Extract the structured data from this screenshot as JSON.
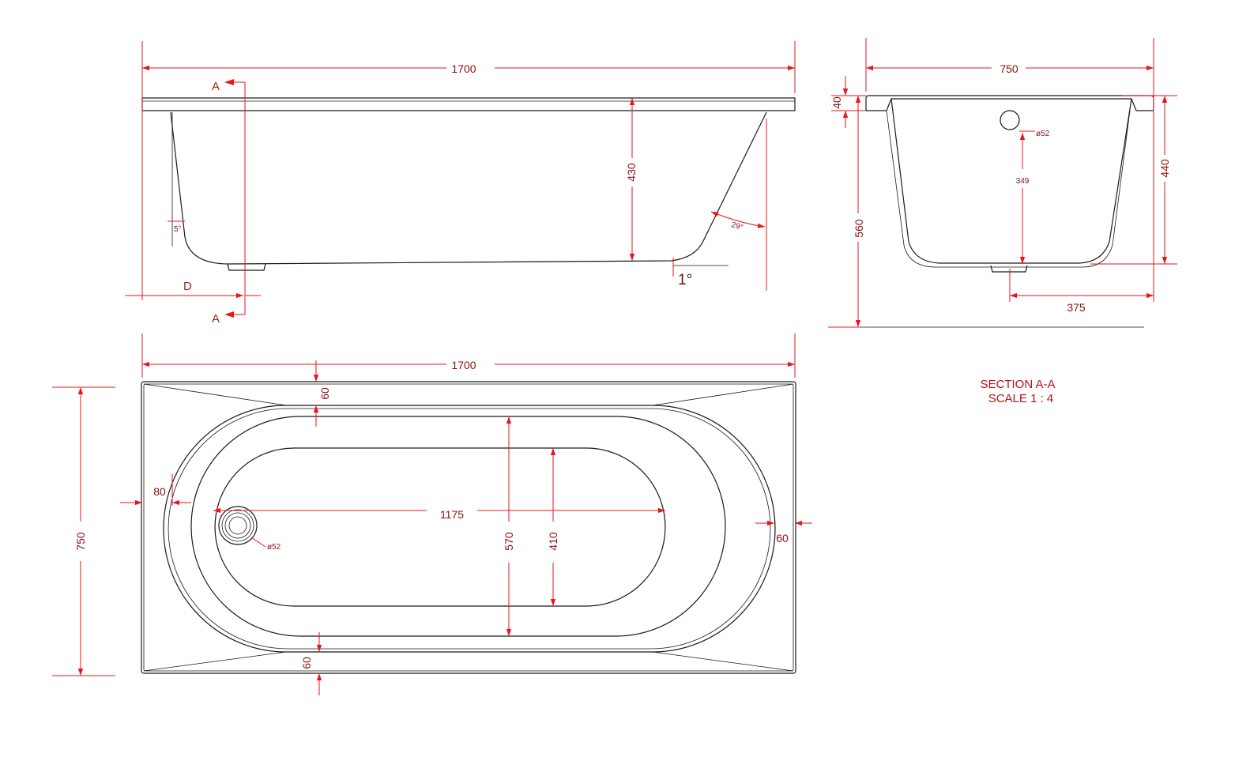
{
  "side_view": {
    "length": "1700",
    "depth": "430",
    "slope_angle": "5°",
    "end_angle": "29°",
    "floor_angle": "1°",
    "section_marker": "A",
    "detail_label": "D"
  },
  "section_view": {
    "width": "750",
    "rim": "40",
    "inner_depth": "440",
    "overall_height": "560",
    "overflow_height": "349",
    "overflow_diameter": "ø52",
    "waste_offset": "375",
    "title": "SECTION A-A",
    "scale": "SCALE 1 : 4"
  },
  "plan_view": {
    "length": "1700",
    "width": "750",
    "top_rim": "60",
    "bottom_rim": "60",
    "left_rim": "80",
    "right_rim": "60",
    "inner_length": "1175",
    "outer_basin_width": "570",
    "inner_basin_width": "410",
    "waste_diameter": "ø52"
  }
}
